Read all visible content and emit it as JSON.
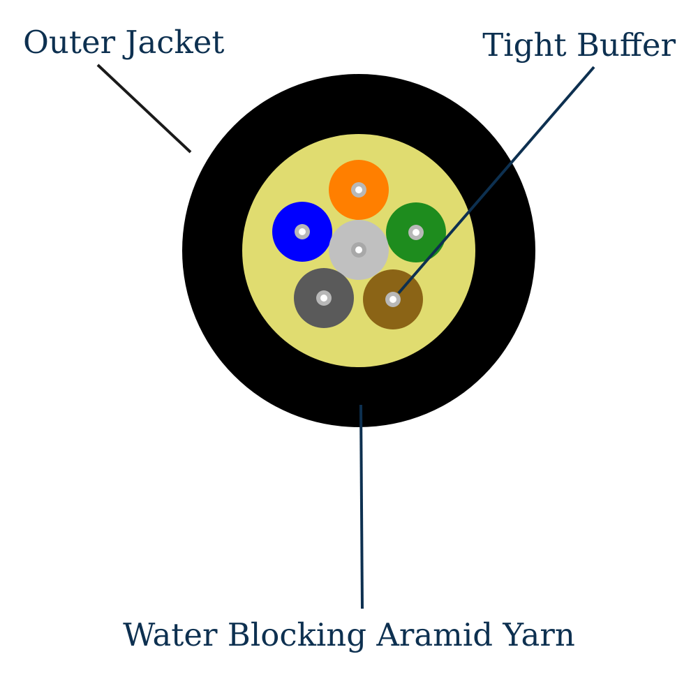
{
  "labels": {
    "outer_jacket": "Outer Jacket",
    "tight_buffer": "Tight Buffer",
    "water_blocking_yarn": "Water Blocking Aramid Yarn"
  },
  "colors": {
    "text": "#0d3050",
    "outer_jacket": "#000000",
    "aramid_yarn": "#e0dc70",
    "fiber_core": "#b8b8b8",
    "fiber_center": "#ffffff"
  },
  "fibers": [
    {
      "name": "orange",
      "color": "#ff7f00"
    },
    {
      "name": "blue",
      "color": "#0000ff"
    },
    {
      "name": "green",
      "color": "#1e8c1e"
    },
    {
      "name": "slate",
      "color": "#c0c0c0"
    },
    {
      "name": "gray",
      "color": "#5a5a5a"
    },
    {
      "name": "brown",
      "color": "#8b6416"
    }
  ]
}
